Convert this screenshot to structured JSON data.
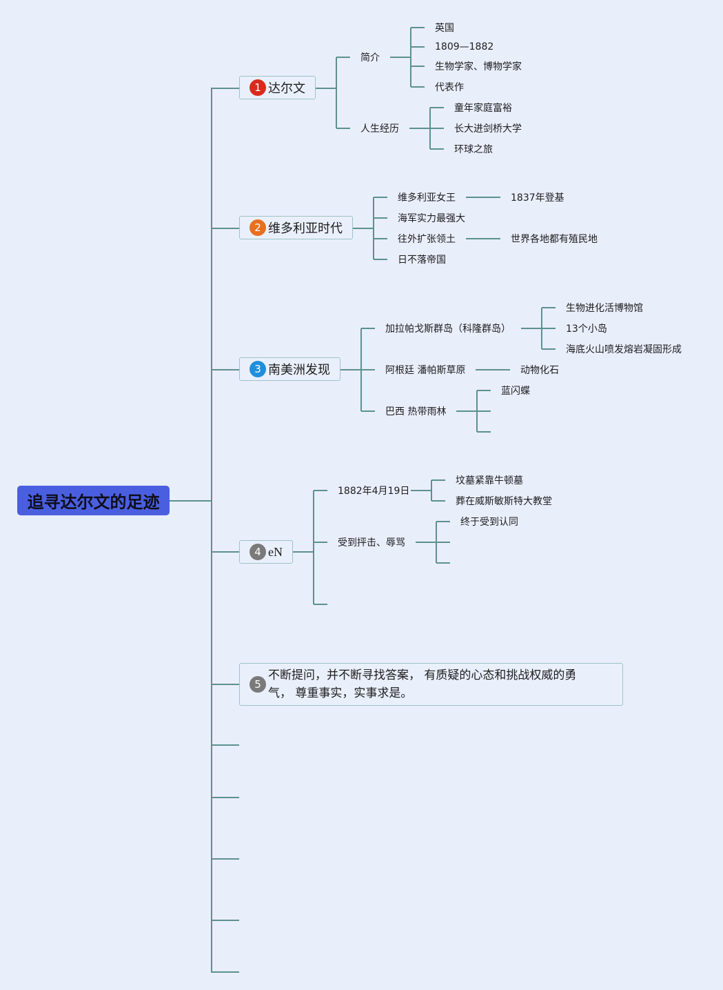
{
  "root": {
    "title": "追寻达尔文的足迹",
    "color": "#4a5fe0"
  },
  "line_color": "#5b918d",
  "branches": [
    {
      "number": "1",
      "badge_color": "#d92b1c",
      "label": "达尔文",
      "children": [
        {
          "label": "简介",
          "children": [
            "英国",
            "1809—1882",
            "生物学家、博物学家",
            "代表作"
          ]
        },
        {
          "label": "人生经历",
          "children": [
            "童年家庭富裕",
            "长大进剑桥大学",
            "环球之旅"
          ]
        }
      ]
    },
    {
      "number": "2",
      "badge_color": "#e8701e",
      "label": "维多利亚时代",
      "children": [
        {
          "label": "维多利亚女王",
          "children": [
            "1837年登基"
          ]
        },
        {
          "label": "海军实力最强大",
          "children": []
        },
        {
          "label": "往外扩张领土",
          "children": [
            "世界各地都有殖民地"
          ]
        },
        {
          "label": "日不落帝国",
          "children": []
        }
      ]
    },
    {
      "number": "3",
      "badge_color": "#1f8fdc",
      "label": "南美洲发现",
      "children": [
        {
          "label": "加拉帕戈斯群岛（科隆群岛）",
          "children": [
            "生物进化活博物馆",
            "13个小岛",
            "海底火山喷发熔岩凝固形成"
          ]
        },
        {
          "label": "阿根廷 潘帕斯草原",
          "children": [
            "动物化石"
          ]
        },
        {
          "label": "巴西 热带雨林",
          "children": [
            "蓝闪蝶",
            "",
            ""
          ]
        }
      ]
    },
    {
      "number": "4",
      "badge_color": "#7a7a7a",
      "label": "eN",
      "children": [
        {
          "label": "1882年4月19日",
          "children": [
            "坟墓紧靠牛顿墓",
            "葬在威斯敏斯特大教堂"
          ]
        },
        {
          "label": "受到抨击、辱骂",
          "children": [
            "终于受到认同",
            "",
            ""
          ]
        },
        {
          "label": "",
          "children": []
        }
      ]
    },
    {
      "number": "5",
      "badge_color": "#7a7a7a",
      "label": "不断提问，并不断寻找答案， 有质疑的心态和挑战权威的勇气， 尊重事实，实事求是。",
      "children": []
    },
    {
      "number": "",
      "label": "",
      "children": []
    },
    {
      "number": "",
      "label": "",
      "children": []
    },
    {
      "number": "",
      "label": "",
      "children": []
    },
    {
      "number": "",
      "label": "",
      "children": []
    },
    {
      "number": "",
      "label": "",
      "children": []
    }
  ]
}
